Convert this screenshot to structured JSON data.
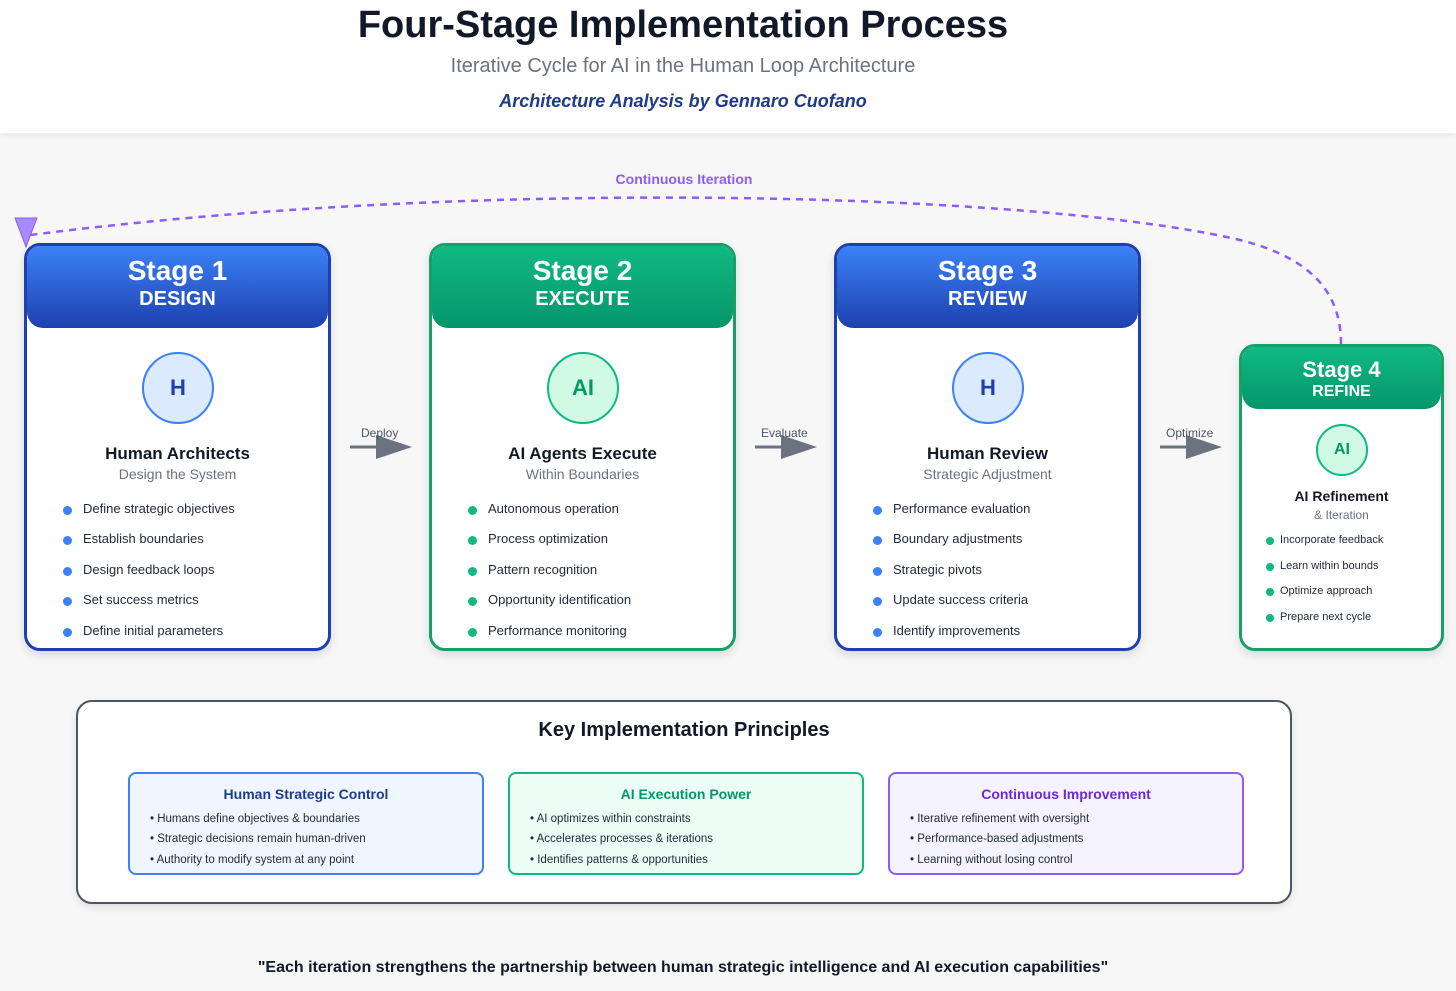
{
  "header": {
    "title": "Four-Stage Implementation Process",
    "subtitle": "Iterative Cycle for AI in the Human Loop Architecture",
    "author": "Architecture Analysis by Gennaro Cuofano"
  },
  "loop_label": "Continuous Iteration",
  "colors": {
    "blue": "#1e40af",
    "green": "#059669",
    "purple": "#8b5cf6"
  },
  "stages": [
    {
      "number": "Stage 1",
      "name": "DESIGN",
      "badge": "H",
      "role": "Human Architects",
      "role_sub": "Design the System",
      "items": [
        "Define strategic objectives",
        "Establish boundaries",
        "Design feedback loops",
        "Set success metrics",
        "Define initial parameters"
      ]
    },
    {
      "number": "Stage 2",
      "name": "EXECUTE",
      "badge": "AI",
      "role": "AI Agents Execute",
      "role_sub": "Within Boundaries",
      "items": [
        "Autonomous operation",
        "Process optimization",
        "Pattern recognition",
        "Opportunity identification",
        "Performance monitoring"
      ]
    },
    {
      "number": "Stage 3",
      "name": "REVIEW",
      "badge": "H",
      "role": "Human Review",
      "role_sub": "Strategic Adjustment",
      "items": [
        "Performance evaluation",
        "Boundary adjustments",
        "Strategic pivots",
        "Update success criteria",
        "Identify improvements"
      ]
    },
    {
      "number": "Stage 4",
      "name": "REFINE",
      "badge": "AI",
      "role": "AI Refinement",
      "role_sub": "& Iteration",
      "items": [
        "Incorporate feedback",
        "Learn within bounds",
        "Optimize approach",
        "Prepare next cycle"
      ]
    }
  ],
  "arrows": [
    "Deploy",
    "Evaluate",
    "Optimize"
  ],
  "principles": {
    "title": "Key Implementation Principles",
    "boxes": [
      {
        "heading": "Human Strategic Control",
        "items": [
          "Humans define objectives & boundaries",
          "Strategic decisions remain human-driven",
          "Authority to modify system at any point"
        ]
      },
      {
        "heading": "AI Execution Power",
        "items": [
          "AI optimizes within constraints",
          "Accelerates processes & iterations",
          "Identifies patterns & opportunities"
        ]
      },
      {
        "heading": "Continuous Improvement",
        "items": [
          "Iterative refinement with oversight",
          "Performance-based adjustments",
          "Learning without losing control"
        ]
      }
    ]
  },
  "quote": "\"Each iteration strengthens the partnership between human strategic intelligence and AI execution capabilities\""
}
